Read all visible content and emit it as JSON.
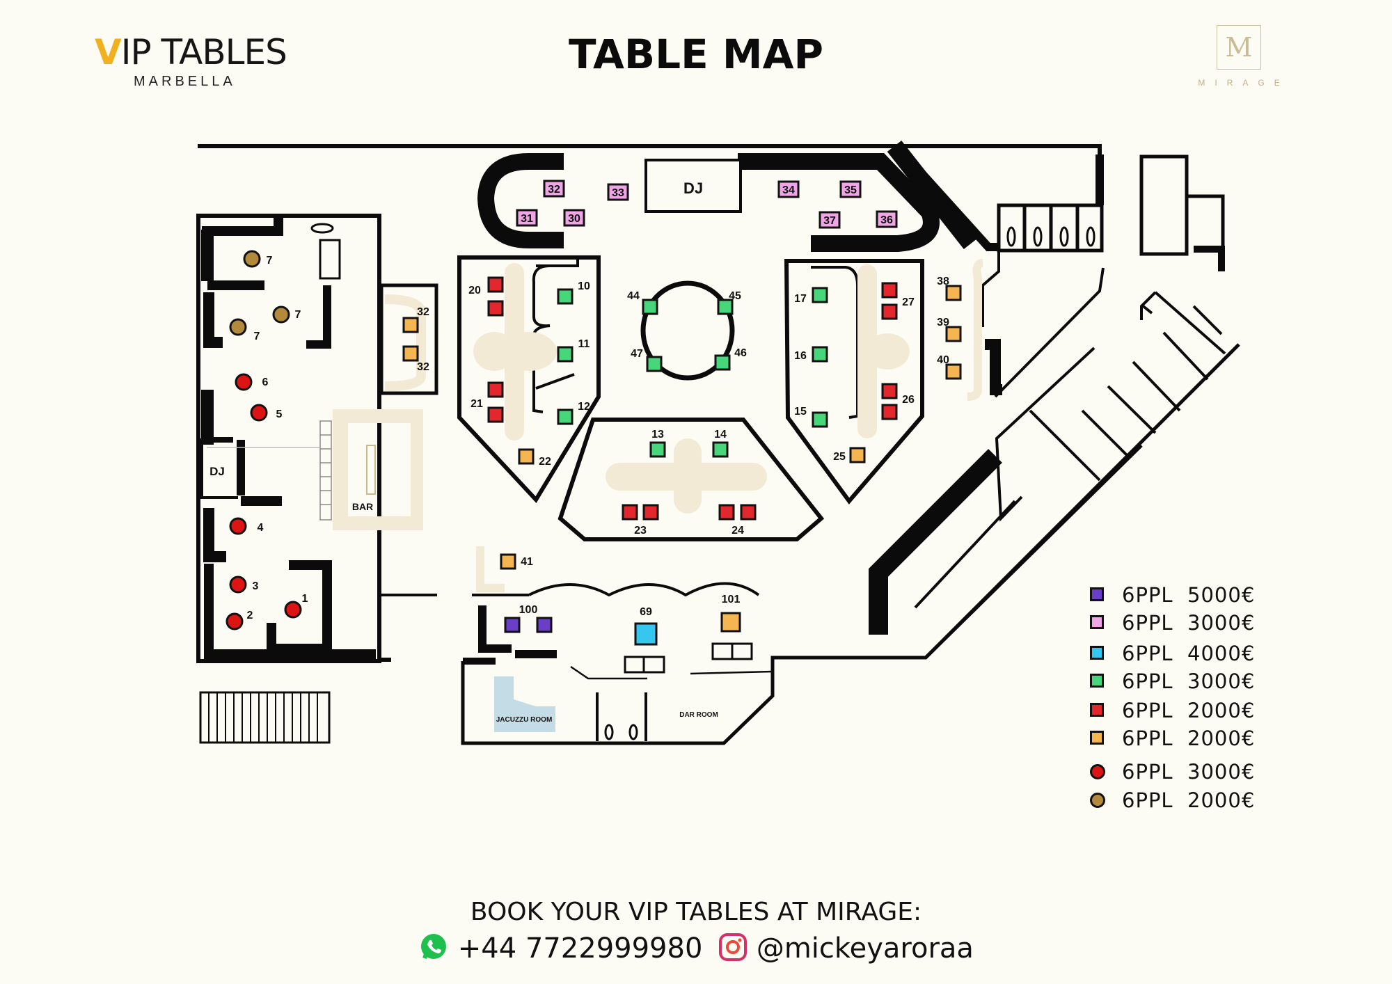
{
  "header": {
    "brand_v": "V",
    "brand_rest": "IP TABLES",
    "brand_sub": "MARBELLA",
    "title": "TABLE MAP",
    "venue_logo_letter": "M",
    "venue_logo_word": "MIRAGE"
  },
  "colors": {
    "bg": "#fdfcf4",
    "purple": "#6a3fc8",
    "pink": "#f0a6e6",
    "cyan": "#35c7ef",
    "green": "#48d67a",
    "red": "#e3282d",
    "orange": "#f5b651",
    "red_round": "#dd1414",
    "gold_round": "#b38a3b",
    "furniture": "#f3ead6"
  },
  "zones": {
    "dj_main": "DJ",
    "dj_side": "DJ",
    "bar": "BAR",
    "jacuzzi": "JACUZZU ROOM",
    "dar": "DAR ROOM"
  },
  "tables": [
    {
      "id": "32",
      "label": "32",
      "cat": "pink"
    },
    {
      "id": "33",
      "label": "33",
      "cat": "pink"
    },
    {
      "id": "31",
      "label": "31",
      "cat": "pink"
    },
    {
      "id": "30",
      "label": "30",
      "cat": "pink"
    },
    {
      "id": "34",
      "label": "34",
      "cat": "pink"
    },
    {
      "id": "35",
      "label": "35",
      "cat": "pink"
    },
    {
      "id": "37",
      "label": "37",
      "cat": "pink"
    },
    {
      "id": "36",
      "label": "36",
      "cat": "pink"
    },
    {
      "id": "20a",
      "label": "20",
      "cat": "red"
    },
    {
      "id": "20b",
      "label": "",
      "cat": "red"
    },
    {
      "id": "21a",
      "label": "21",
      "cat": "red"
    },
    {
      "id": "21b",
      "label": "",
      "cat": "red"
    },
    {
      "id": "10",
      "label": "10",
      "cat": "green"
    },
    {
      "id": "11",
      "label": "11",
      "cat": "green"
    },
    {
      "id": "12",
      "label": "12",
      "cat": "green"
    },
    {
      "id": "22",
      "label": "22",
      "cat": "orange"
    },
    {
      "id": "44",
      "label": "44",
      "cat": "green"
    },
    {
      "id": "45",
      "label": "45",
      "cat": "green"
    },
    {
      "id": "47",
      "label": "47",
      "cat": "green"
    },
    {
      "id": "46",
      "label": "46",
      "cat": "green"
    },
    {
      "id": "13",
      "label": "13",
      "cat": "green"
    },
    {
      "id": "14",
      "label": "14",
      "cat": "green"
    },
    {
      "id": "23a",
      "label": "23",
      "cat": "red"
    },
    {
      "id": "23b",
      "label": "",
      "cat": "red"
    },
    {
      "id": "24a",
      "label": "24",
      "cat": "red"
    },
    {
      "id": "24b",
      "label": "",
      "cat": "red"
    },
    {
      "id": "17",
      "label": "17",
      "cat": "green"
    },
    {
      "id": "16",
      "label": "16",
      "cat": "green"
    },
    {
      "id": "15",
      "label": "15",
      "cat": "green"
    },
    {
      "id": "27a",
      "label": "27",
      "cat": "red"
    },
    {
      "id": "27b",
      "label": "",
      "cat": "red"
    },
    {
      "id": "26a",
      "label": "26",
      "cat": "red"
    },
    {
      "id": "26b",
      "label": "",
      "cat": "red"
    },
    {
      "id": "25",
      "label": "25",
      "cat": "orange"
    },
    {
      "id": "38",
      "label": "38",
      "cat": "orange"
    },
    {
      "id": "39",
      "label": "39",
      "cat": "orange"
    },
    {
      "id": "40",
      "label": "40",
      "cat": "orange"
    },
    {
      "id": "32L1",
      "label": "32",
      "cat": "orange"
    },
    {
      "id": "32L2",
      "label": "32",
      "cat": "orange"
    },
    {
      "id": "41",
      "label": "41",
      "cat": "orange"
    },
    {
      "id": "100a",
      "label": "100",
      "cat": "purple"
    },
    {
      "id": "100b",
      "label": "",
      "cat": "purple"
    },
    {
      "id": "69",
      "label": "69",
      "cat": "cyan"
    },
    {
      "id": "101",
      "label": "101",
      "cat": "orange"
    },
    {
      "id": "7a",
      "label": "7",
      "cat": "gold_round"
    },
    {
      "id": "7b",
      "label": "7",
      "cat": "gold_round"
    },
    {
      "id": "7c",
      "label": "7",
      "cat": "gold_round"
    },
    {
      "id": "6",
      "label": "6",
      "cat": "red_round"
    },
    {
      "id": "5",
      "label": "5",
      "cat": "red_round"
    },
    {
      "id": "4",
      "label": "4",
      "cat": "red_round"
    },
    {
      "id": "3",
      "label": "3",
      "cat": "red_round"
    },
    {
      "id": "2",
      "label": "2",
      "cat": "red_round"
    },
    {
      "id": "1",
      "label": "1",
      "cat": "red_round"
    }
  ],
  "legend": [
    {
      "cat": "purple",
      "shape": "square",
      "text": "6PPL  5000€"
    },
    {
      "cat": "pink",
      "shape": "square",
      "text": "6PPL  3000€"
    },
    {
      "cat": "cyan",
      "shape": "square",
      "text": "6PPL  4000€"
    },
    {
      "cat": "green",
      "shape": "square",
      "text": "6PPL  3000€"
    },
    {
      "cat": "red",
      "shape": "square",
      "text": "6PPL  2000€"
    },
    {
      "cat": "orange",
      "shape": "square",
      "text": "6PPL  2000€"
    },
    {
      "cat": "red_round",
      "shape": "circle",
      "text": "6PPL  3000€"
    },
    {
      "cat": "gold_round",
      "shape": "circle",
      "text": "6PPL  2000€"
    }
  ],
  "footer": {
    "cta": "BOOK YOUR VIP TABLES AT MIRAGE:",
    "phone": "+44 7722999980",
    "instagram": "@mickeyaroraa",
    "phone_icon": "whatsapp-icon",
    "instagram_icon": "instagram-icon"
  }
}
